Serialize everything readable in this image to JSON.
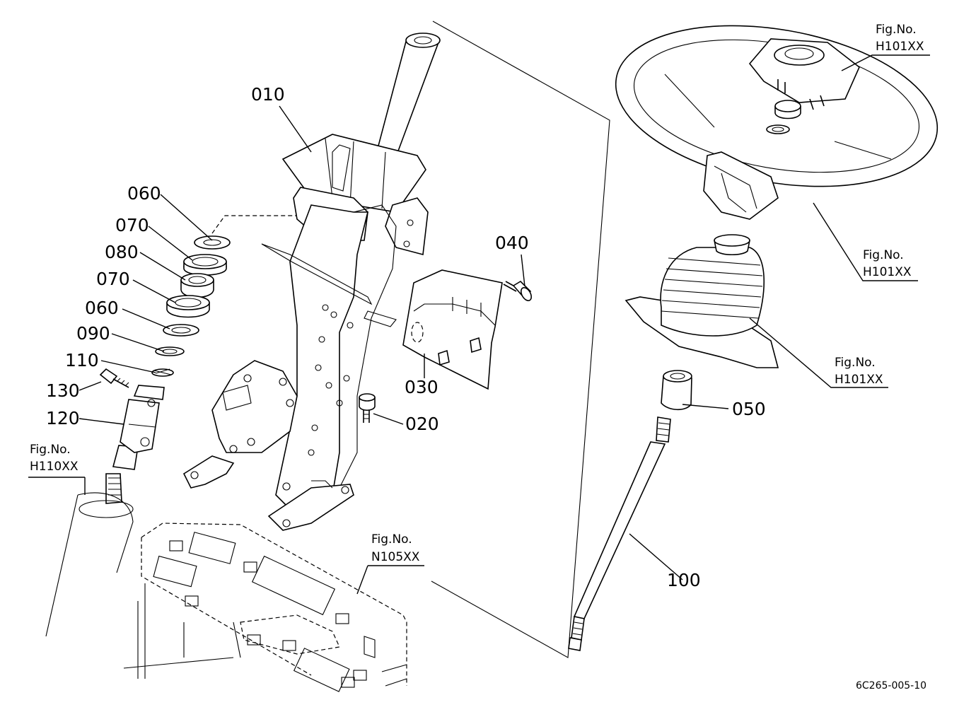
{
  "parts": {
    "p010": "010",
    "p060a": "060",
    "p070a": "070",
    "p080": "080",
    "p070b": "070",
    "p060b": "060",
    "p090": "090",
    "p110": "110",
    "p130": "130",
    "p120": "120",
    "p040": "040",
    "p030": "030",
    "p020": "020",
    "p050": "050",
    "p100": "100"
  },
  "fig_refs": {
    "label": "Fig.No.",
    "wheel_top": "H101XX",
    "wheel_mid": "H101XX",
    "boot": "H101XX",
    "gearbox": "H110XX",
    "floor": "N105XX"
  },
  "diagram_id": "6C265-005-10"
}
